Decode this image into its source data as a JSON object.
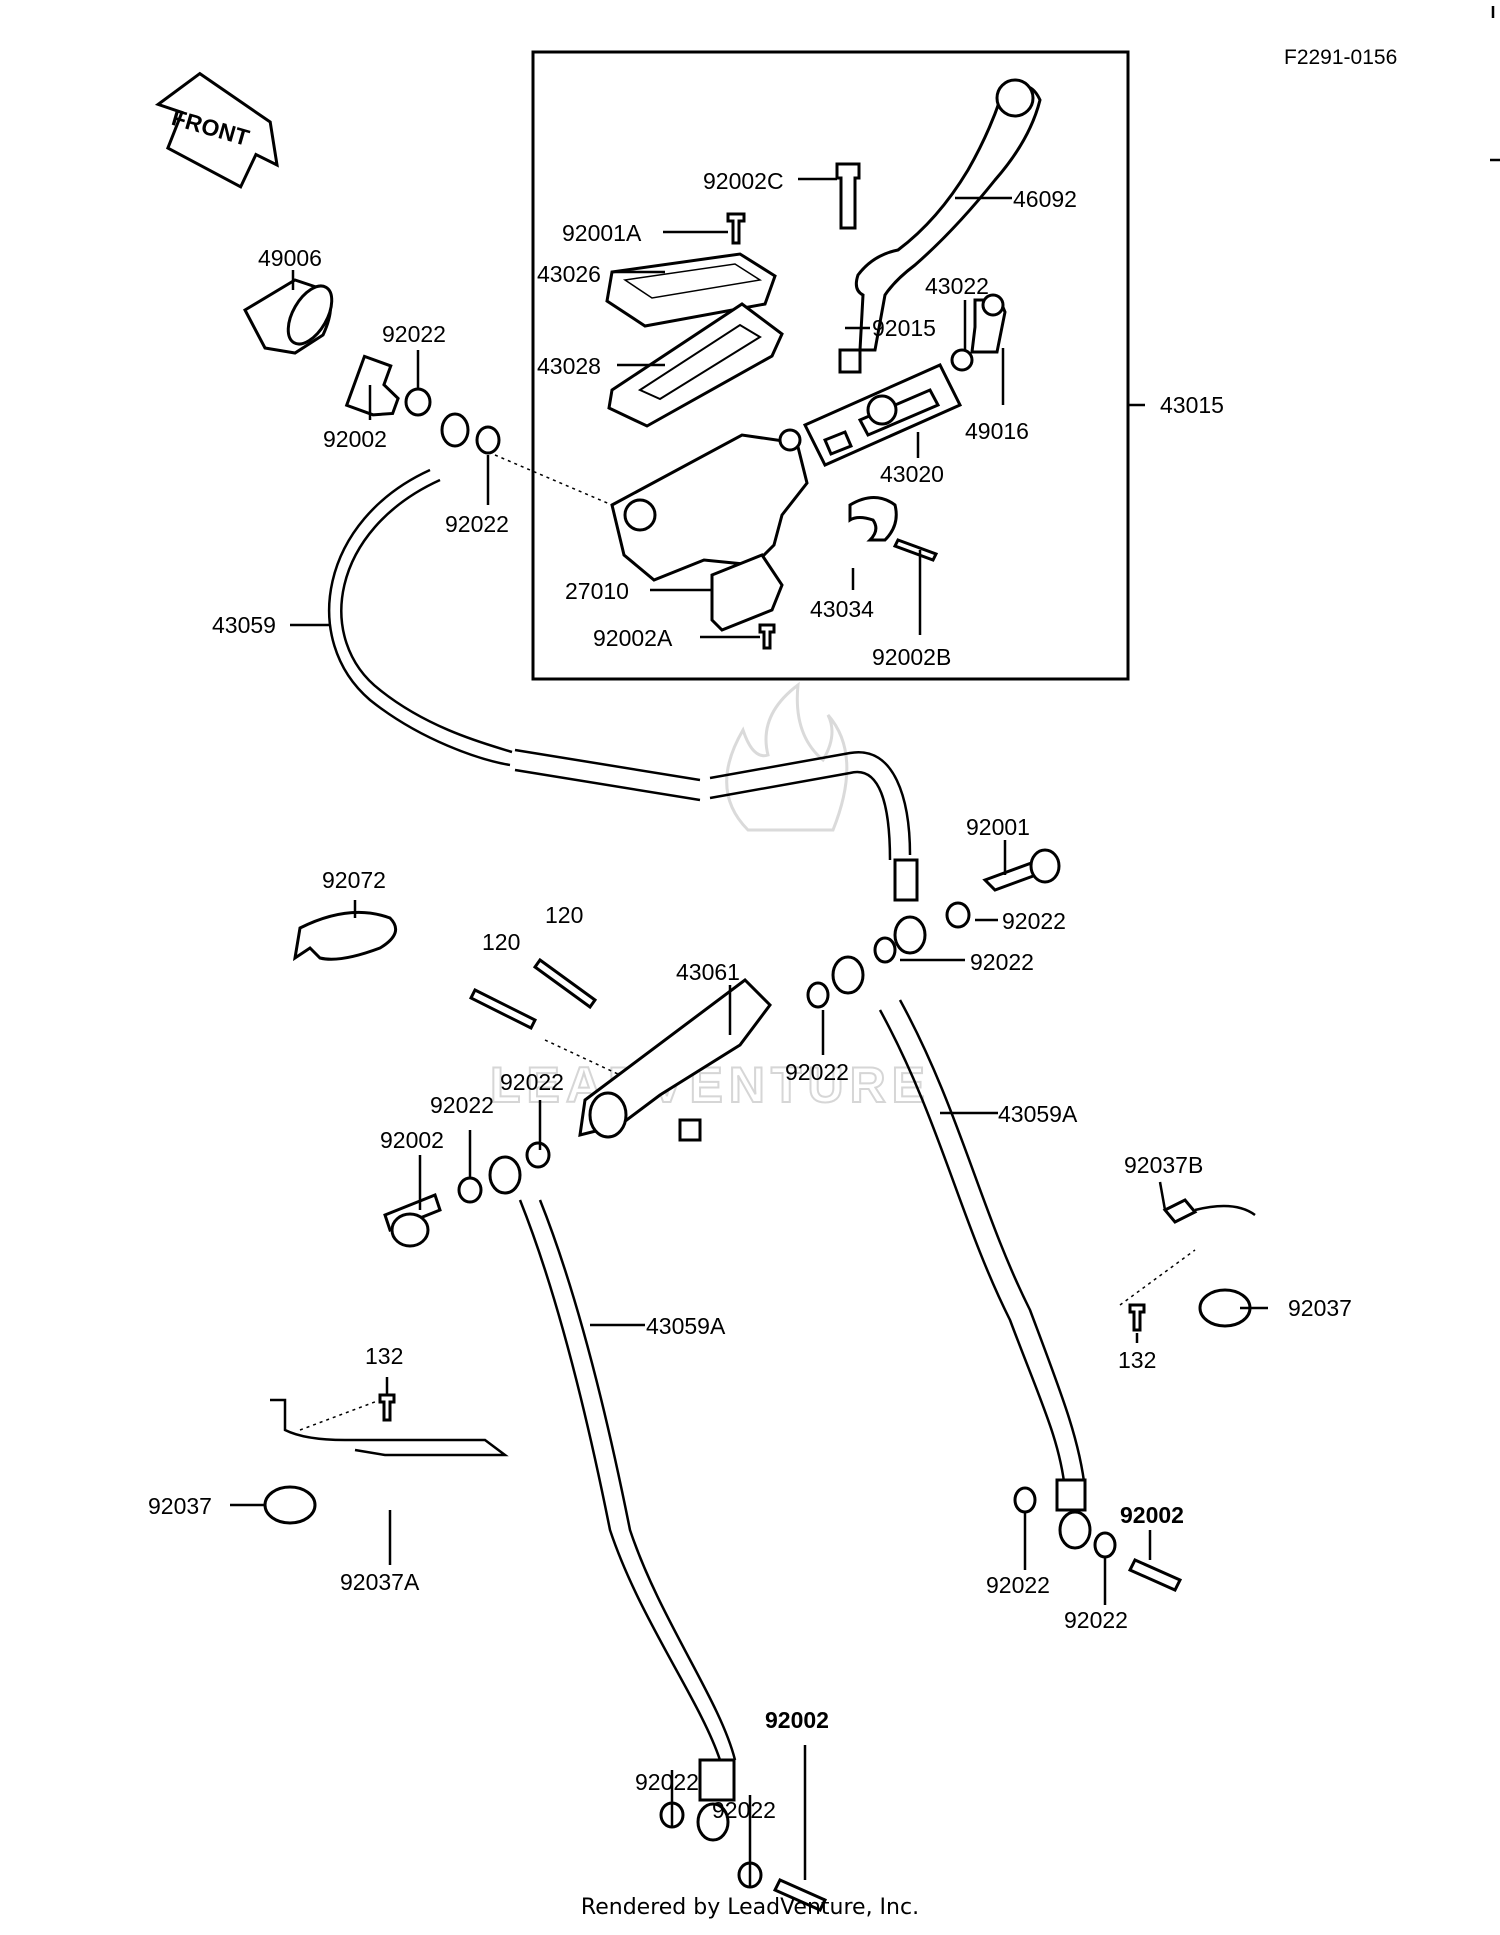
{
  "diagram_code": "F2291-0156",
  "front_arrow_label": "FRONT",
  "watermark_text": "LEADVENTURE",
  "credit": "Rendered by LeadVenture, Inc.",
  "assembly_label": "43015",
  "part_labels": {
    "p92002C": "92002C",
    "p46092": "46092",
    "p92001A": "92001A",
    "p43026": "43026",
    "p43022": "43022",
    "p92015": "92015",
    "p43028": "43028",
    "p49016": "49016",
    "p43020": "43020",
    "p27010": "27010",
    "p43034": "43034",
    "p92002A": "92002A",
    "p92002B": "92002B",
    "p49006": "49006",
    "p92022_top": "92022",
    "p92002_top": "92002",
    "p92022_top2": "92022",
    "p43059": "43059",
    "p92001": "92001",
    "p92022_r1": "92022",
    "p92022_r2": "92022",
    "p92072": "92072",
    "p120_a": "120",
    "p120_b": "120",
    "p43061": "43061",
    "p92022_mid": "92022",
    "p92022_l1": "92022",
    "p92022_l2": "92022",
    "p92002_left": "92002",
    "p43059A_right": "43059A",
    "p92037B": "92037B",
    "p92037_right": "92037",
    "p132_right": "132",
    "p43059A_left": "43059A",
    "p132_left": "132",
    "p92037_left": "92037",
    "p92037A": "92037A",
    "p92002_br": "92002",
    "p92022_br1": "92022",
    "p92022_br2": "92022",
    "p92022_bl1": "92022",
    "p92002_bl": "92002",
    "p92022_bl2": "92022"
  }
}
